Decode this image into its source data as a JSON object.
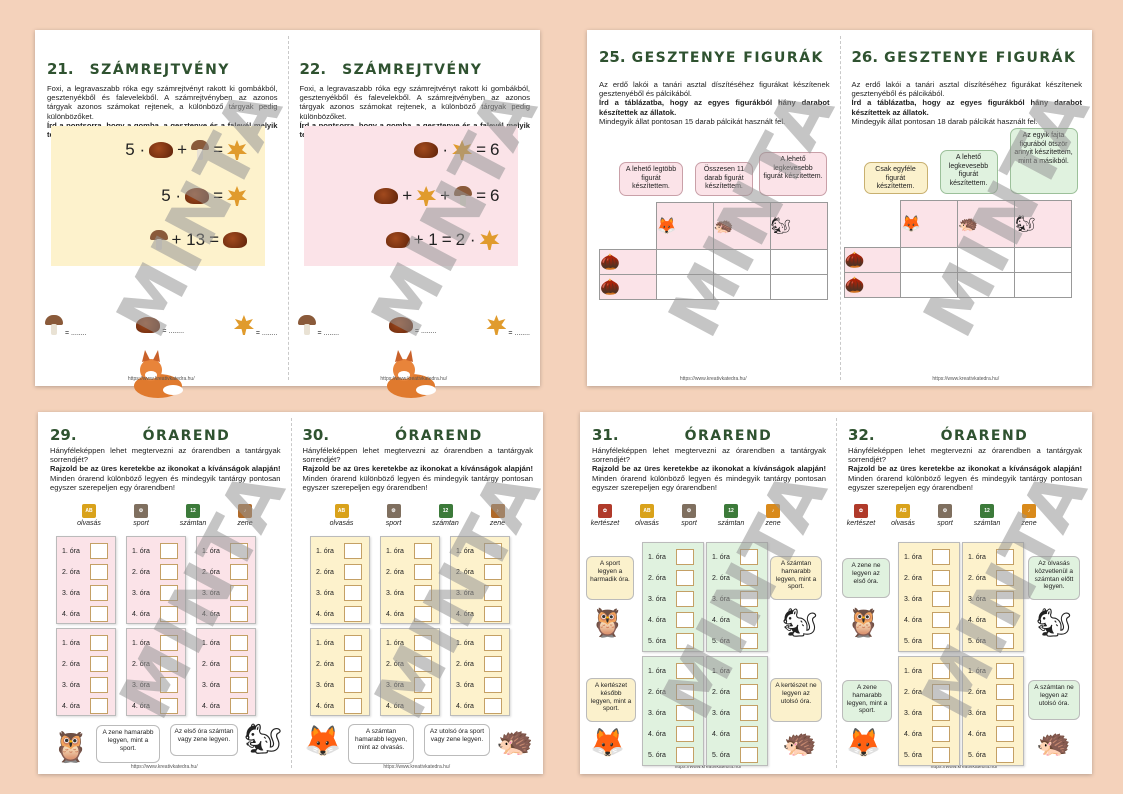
{
  "spreads": [
    {
      "pages": [
        {
          "num": "21.",
          "title": "SZÁMREJTVÉNY"
        },
        {
          "num": "22.",
          "title": "SZÁMREJTVÉNY"
        }
      ]
    },
    {
      "pages": [
        {
          "num": "25.",
          "title": "GESZTENYE FIGURÁK"
        },
        {
          "num": "26.",
          "title": "GESZTENYE FIGURÁK"
        }
      ]
    },
    {
      "pages": [
        {
          "num": "29.",
          "title": "ÓRAREND"
        },
        {
          "num": "30.",
          "title": "ÓRAREND"
        }
      ]
    },
    {
      "pages": [
        {
          "num": "31.",
          "title": "ÓRAREND"
        },
        {
          "num": "32.",
          "title": "ÓRAREND"
        }
      ]
    }
  ],
  "puzzle": {
    "intro": "Foxi, a legravaszabb róka egy számrejtvényt rakott ki gombákból, gesztenyékből és falevelekből. A számrejtvényben az azonos tárgyak azonos számokat rejtenek, a különböző tárgyak pedig különbözőket.",
    "task": "Írd a pontsorra, hogy a gomba, a geszte­nye és a falevél melyik természetes számot rejti!",
    "p21": {
      "eq1_ops": [
        "5 ·",
        "+",
        "="
      ],
      "eq2_ops": [
        "5 ·",
        "="
      ],
      "eq3_ops": [
        "+ 13",
        "="
      ]
    },
    "p22": {
      "eq1_ops": [
        "·",
        "=",
        "6"
      ],
      "eq2_ops": [
        "+",
        "+",
        "=",
        "6"
      ],
      "eq3_ops": [
        "+ 1",
        "=",
        "2 ·"
      ]
    },
    "dots": "= ........"
  },
  "figures": {
    "intro": "Az erdő lakói a tanári asztal díszítéséhez figurákat készítenek gesztenyéből és pálcikából.",
    "task": "Írd a táblázatba, hogy az egyes figurákból hány darabot készítettek az állatok.",
    "p25_rule": "Mindegyik állat pontosan 15 darab pálcikát használt fel.",
    "p26_rule": "Mindegyik állat pontosan 18 darab pálcikát használt fel.",
    "p25_bubbles": [
      "A lehető legtöbb figurát készítettem.",
      "Összesen 11 darab figurát készítettem.",
      "A lehető legkevesebb figurát készítettem."
    ],
    "p26_bubbles": [
      "Csak egyféle figurát készítettem.",
      "A lehető legkevesebb figurát készítettem.",
      "Az egyik fajta figurából ötször annyit készítettem, mint a másikból."
    ]
  },
  "timetable": {
    "intro": "Hányféleképpen lehet megtervezni az órarendben a tantárgyak sorrendjét?",
    "task": "Rajzold be az üres keretekbe az ikonokat a kívánságok alapján!",
    "rule": "Minden órarend különböző legyen és mindegyik tantárgy pontosan egyszer szerepeljen egy órarendben!",
    "subjects4": [
      "olvasás",
      "sport",
      "számtan",
      "zene"
    ],
    "subjects5": [
      "kertészet",
      "olvasás",
      "sport",
      "számtan",
      "zene"
    ],
    "rows4": [
      "1. óra",
      "2. óra",
      "3. óra",
      "4. óra"
    ],
    "rows5": [
      "1. óra",
      "2. óra",
      "3. óra",
      "4. óra",
      "5. óra"
    ],
    "p29_tips": [
      "A zene hamarabb legyen, mint a sport.",
      "Az első óra számtan vagy zene legyen."
    ],
    "p30_tips": [
      "A számtan hamarabb legyen, mint az olvasás.",
      "Az utolsó óra sport vagy zene legyen."
    ],
    "p31_tips": [
      "A sport legyen a harmadik óra.",
      "A számtan hamarabb legyen, mint a sport.",
      "A kertészet később legyen, mint a sport.",
      "A kertészet ne legyen az utolsó óra."
    ],
    "p32_tips": [
      "A zene ne legyen az első óra.",
      "Az olvasás közvetlenül a számtan előtt legyen.",
      "A zene hamarabb legyen, mint a sport.",
      "A számtan ne legyen az utolsó óra."
    ]
  },
  "url": "https://www.kreativkatedra.hu/",
  "watermark": "MINTA",
  "colors": {
    "bg": "#f4d2bb",
    "title": "#2f5230",
    "yellow": "#fdf2cc",
    "pink": "#fbe3e8",
    "green": "#e0f2df"
  }
}
